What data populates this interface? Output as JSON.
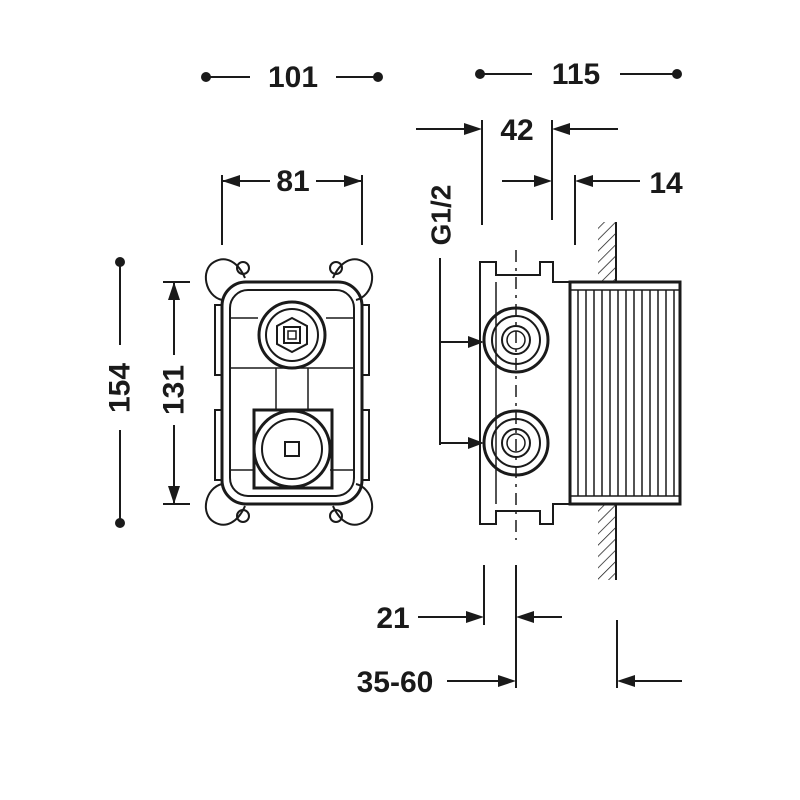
{
  "dimensions": {
    "front_outer_width": "101",
    "front_inner_width": "81",
    "front_outer_height": "154",
    "front_inner_height": "131",
    "side_total_depth": "115",
    "side_body_depth": "42",
    "side_cover_depth": "14",
    "thread_spec": "G1/2",
    "side_offset": "21",
    "side_install_range": "35-60"
  },
  "colors": {
    "line": "#1a1a1a",
    "background": "#ffffff"
  }
}
